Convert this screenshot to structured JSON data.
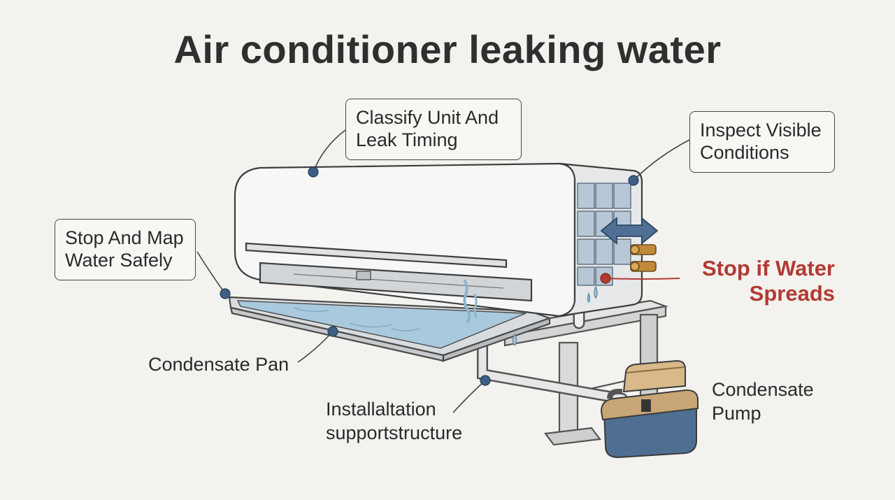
{
  "title": "Air conditioner leaking water",
  "labels": {
    "classify": [
      "Classify Unit And",
      "Leak Timing"
    ],
    "inspect": [
      "Inspect Visible",
      "Conditions"
    ],
    "stop_map": [
      "Stop And Map",
      "Water Safely"
    ],
    "condensate_pan": "Condensate Pan",
    "installation": [
      "Installaltation",
      "supportstructure"
    ],
    "condensate_pump": [
      "Condensate",
      "Pump"
    ],
    "warning": [
      "Stop if Water",
      "Spreads"
    ]
  },
  "colors": {
    "background": "#f3f2ee",
    "marker": "#3d5f86",
    "warning": "#b23a33",
    "water": "#a9c9dd",
    "pump_body": "#4e6f92",
    "pump_lid": "#d9b98a",
    "brass": "#c08a3a"
  },
  "icons": [
    "bidirectional-arrow-icon",
    "water-drip-icon"
  ]
}
